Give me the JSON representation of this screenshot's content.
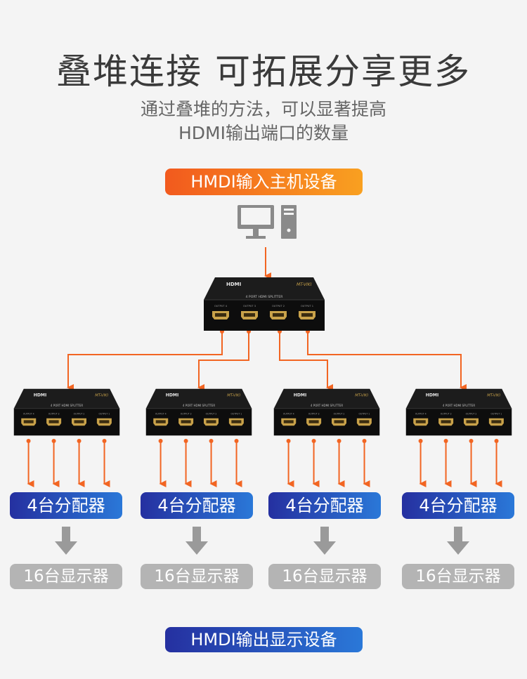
{
  "header": {
    "title": "叠堆连接 可拓展分享更多",
    "subtitle_line1": "通过叠堆的方法，可以显著提高",
    "subtitle_line2": "HDMI输出端口的数量"
  },
  "input_host": {
    "label": "HMDI输入主机设备"
  },
  "output_devices": {
    "label": "HMDI输出显示设备"
  },
  "splitter": {
    "logo": "HDMI",
    "brand": "MT-VIKI",
    "model": "4 PORT HDMI SPLITTER",
    "ports": [
      "OUTPUT 4",
      "OUTPUT 3",
      "OUTPUT 2",
      "OUTPUT 1"
    ]
  },
  "groups": [
    {
      "splitter_label": "4台分配器",
      "display_label": "16台显示器"
    },
    {
      "splitter_label": "4台分配器",
      "display_label": "16台显示器"
    },
    {
      "splitter_label": "4台分配器",
      "display_label": "16台显示器"
    },
    {
      "splitter_label": "4台分配器",
      "display_label": "16台显示器"
    }
  ],
  "colors": {
    "background": "#f4f4f4",
    "wire": "#f26522",
    "gray_arrow": "#9a9a9a",
    "computer": "#8a8a8a",
    "orange_start": "#f25a1e",
    "orange_end": "#f9a020",
    "blue_start": "#2530a0",
    "blue_end": "#2a78d8",
    "gray_pill": "#b4b4b4"
  },
  "icons": {
    "computer": "desktop-computer-icon",
    "splitter": "hdmi-splitter-device",
    "down_arrow": "down-arrow-icon"
  }
}
